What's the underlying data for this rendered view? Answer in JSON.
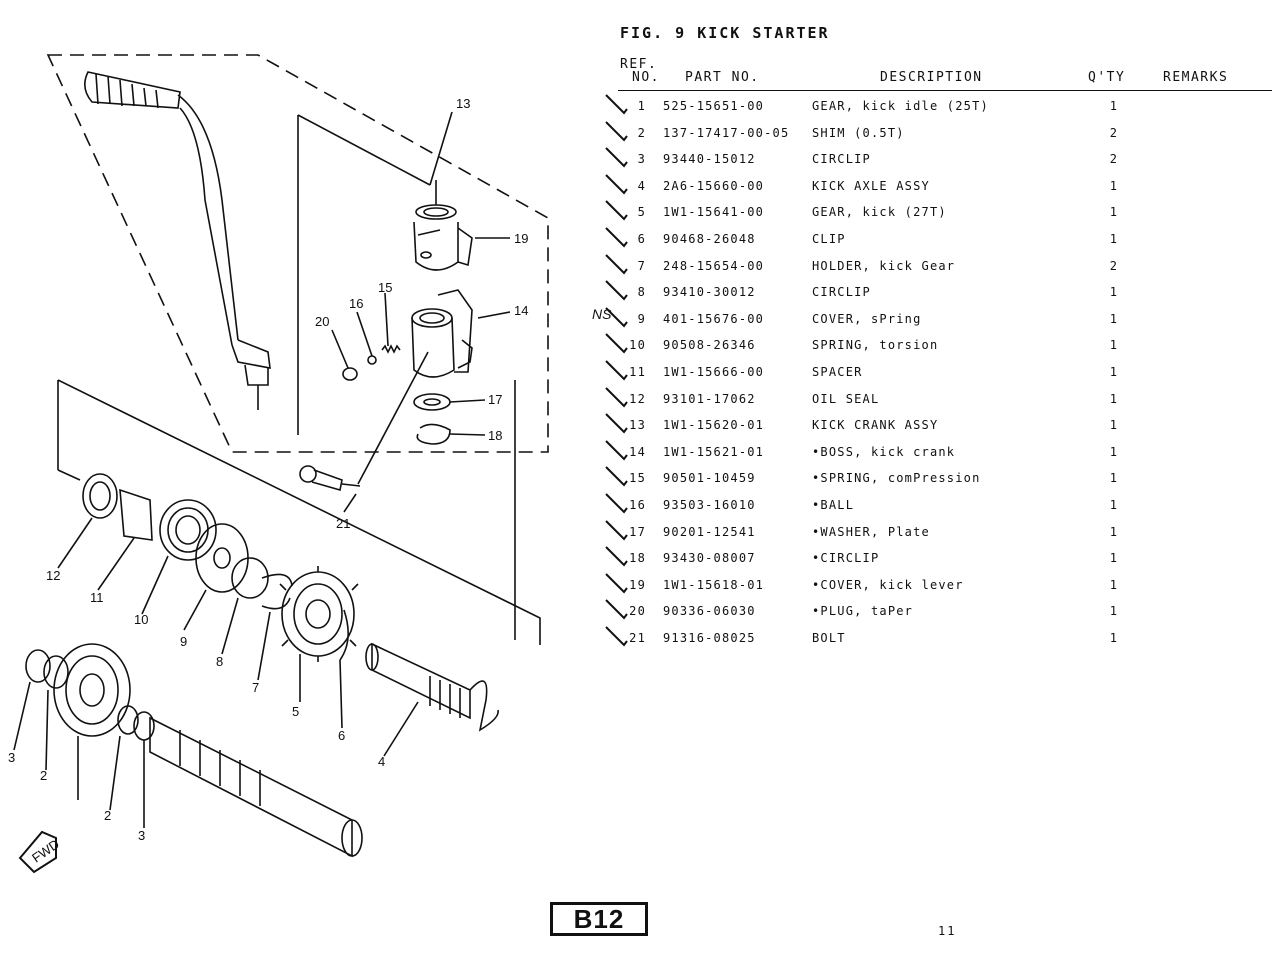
{
  "figure": {
    "title": "FIG. 9 KICK STARTER"
  },
  "headers": {
    "ref_line1": "REF.",
    "ref_line2": "NO.",
    "part_no": "PART NO.",
    "description": "DESCRIPTION",
    "qty": "Q'TY",
    "remarks": "REMARKS"
  },
  "parts": [
    {
      "ref": "1",
      "part_no": "525-15651-00",
      "description": "GEAR, kick idle (25T)",
      "qty": "1"
    },
    {
      "ref": "2",
      "part_no": "137-17417-00-05",
      "description": "SHIM (0.5T)",
      "qty": "2"
    },
    {
      "ref": "3",
      "part_no": "93440-15012",
      "description": "CIRCLIP",
      "qty": "2"
    },
    {
      "ref": "4",
      "part_no": "2A6-15660-00",
      "description": "KICK AXLE ASSY",
      "qty": "1"
    },
    {
      "ref": "5",
      "part_no": "1W1-15641-00",
      "description": "GEAR, kick (27T)",
      "qty": "1"
    },
    {
      "ref": "6",
      "part_no": "90468-26048",
      "description": "CLIP",
      "qty": "1"
    },
    {
      "ref": "7",
      "part_no": "248-15654-00",
      "description": "HOLDER, kick Gear",
      "qty": "2"
    },
    {
      "ref": "8",
      "part_no": "93410-30012",
      "description": "CIRCLIP",
      "qty": "1"
    },
    {
      "ref": "9",
      "part_no": "401-15676-00",
      "description": "COVER, sPring",
      "qty": "1"
    },
    {
      "ref": "10",
      "part_no": "90508-26346",
      "description": "SPRING, torsion",
      "qty": "1"
    },
    {
      "ref": "11",
      "part_no": "1W1-15666-00",
      "description": "SPACER",
      "qty": "1"
    },
    {
      "ref": "12",
      "part_no": "93101-17062",
      "description": "OIL SEAL",
      "qty": "1"
    },
    {
      "ref": "13",
      "part_no": "1W1-15620-01",
      "description": "KICK CRANK ASSY",
      "qty": "1"
    },
    {
      "ref": "14",
      "part_no": "1W1-15621-01",
      "description": "•BOSS, kick crank",
      "qty": "1"
    },
    {
      "ref": "15",
      "part_no": "90501-10459",
      "description": "•SPRING, comPression",
      "qty": "1"
    },
    {
      "ref": "16",
      "part_no": "93503-16010",
      "description": "•BALL",
      "qty": "1"
    },
    {
      "ref": "17",
      "part_no": "90201-12541",
      "description": "•WASHER, Plate",
      "qty": "1"
    },
    {
      "ref": "18",
      "part_no": "93430-08007",
      "description": "•CIRCLIP",
      "qty": "1"
    },
    {
      "ref": "19",
      "part_no": "1W1-15618-01",
      "description": "•COVER, kick lever",
      "qty": "1"
    },
    {
      "ref": "20",
      "part_no": "90336-06030",
      "description": "•PLUG, taPer",
      "qty": "1"
    },
    {
      "ref": "21",
      "part_no": "91316-08025",
      "description": "BOLT",
      "qty": "1"
    }
  ],
  "handwritten_note": "NS",
  "footer": {
    "section": "B12",
    "page": "11"
  },
  "diagram_labels": [
    "13",
    "19",
    "15",
    "16",
    "14",
    "20",
    "17",
    "18",
    "21",
    "12",
    "11",
    "10",
    "9",
    "8",
    "7",
    "5",
    "6",
    "4",
    "3",
    "2",
    "2",
    "3"
  ],
  "direction_badge": "FWD"
}
